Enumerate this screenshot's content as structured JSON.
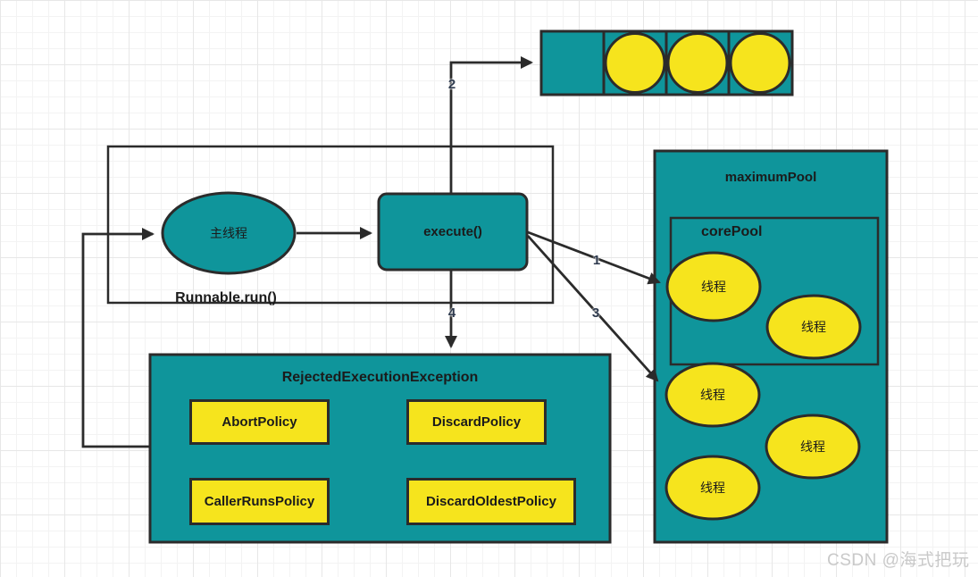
{
  "colors": {
    "teal": "#0F959B",
    "yellow": "#F6E41D",
    "stroke": "#2B2B2B",
    "label-number": "#2E3A4E",
    "watermark": "#C9C9C9"
  },
  "queue": {
    "slots": 4,
    "filled_tasks": 3
  },
  "flow": {
    "main_thread": "主线程",
    "execute": "execute()",
    "runnable": "Runnable.run()"
  },
  "pool": {
    "maximum_title": "maximumPool",
    "core_title": "corePool",
    "thread": "线程"
  },
  "rejection": {
    "title": "RejectedExecutionException",
    "policies": [
      "AbortPolicy",
      "DiscardPolicy",
      "CallerRunsPolicy",
      "DiscardOldestPolicy"
    ]
  },
  "arrows": {
    "to_core_pool": "1",
    "to_queue": "2",
    "to_maximum_pool": "3",
    "to_rejection": "4"
  },
  "watermark": "CSDN @海式把玩"
}
